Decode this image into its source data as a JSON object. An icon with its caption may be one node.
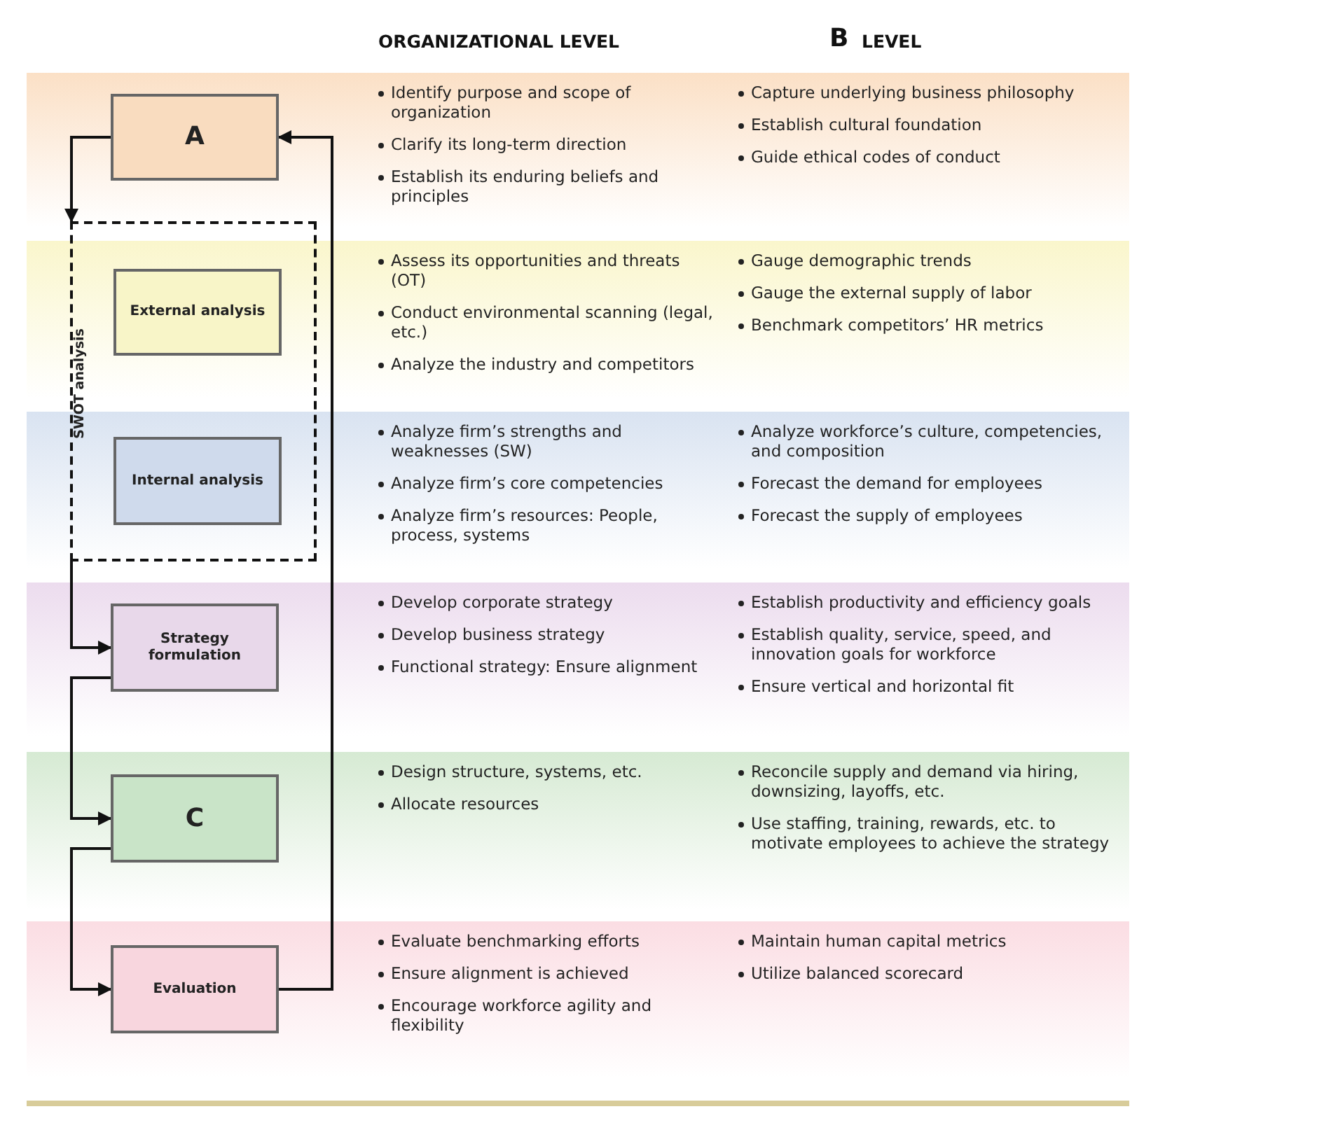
{
  "diagram": {
    "nodes": [
      {
        "text": [
          "A"
        ]
      },
      {
        "text": [
          "SWOT analysis"
        ]
      },
      {
        "text": [
          "External analysis"
        ],
        "in": 1
      },
      {
        "text": [
          "Internal analysis"
        ],
        "in": 1
      },
      {
        "text": [
          "Strategy formulation"
        ]
      },
      {
        "text": [
          "C"
        ]
      },
      {
        "text": [
          "Evaluation"
        ]
      }
    ],
    "edges": [
      {
        "from": 0,
        "to": 1,
        "arrow": "to"
      },
      {
        "from": 1,
        "to": 4,
        "arrow": "to"
      },
      {
        "from": 4,
        "to": 5,
        "arrow": "to"
      },
      {
        "from": 5,
        "to": 6,
        "arrow": "to"
      },
      {
        "from": 6,
        "to": 0,
        "arrow": "to"
      }
    ],
    "labels": [
      "ORGANIZATIONAL LEVEL",
      "B",
      "LEVEL",
      "Identify purpose and scope of organization",
      "Clarify its long-term direction",
      "Establish its enduring beliefs and principles",
      "Capture underlying business philosophy",
      "Establish cultural foundation",
      "Guide ethical codes of conduct",
      "Assess its opportunities and threats (OT)",
      "Conduct environmental scanning (legal, etc.)",
      "Analyze the industry and competitors",
      "Gauge demographic trends",
      "Gauge the external supply of labor",
      "Benchmark competitors’ HR metrics",
      "Analyze firm’s strengths and weaknesses (SW)",
      "Analyze firm’s core competencies",
      "Analyze firm’s resources: People, process, systems",
      "Analyze workforce’s culture, competencies, and composition",
      "Forecast the demand for employees",
      "Forecast the supply of employees",
      "Develop corporate strategy",
      "Develop business strategy",
      "Functional strategy: Ensure alignment",
      "Establish productivity and efficiency goals",
      "Establish quality, service, speed, and innovation goals for workforce",
      "Ensure vertical and horizontal fit",
      "Design structure, systems, etc.",
      "Allocate resources",
      "Reconcile supply and demand via hiring, downsizing, layoffs, etc.",
      "Use staffing, training, rewards, etc. to motivate employees to achieve the strategy",
      "Evaluate benchmarking efforts",
      "Ensure alignment is achieved",
      "Encourage workforce agility and flexibility",
      "Maintain human capital metrics",
      "Utilize balanced scorecard"
    ]
  }
}
